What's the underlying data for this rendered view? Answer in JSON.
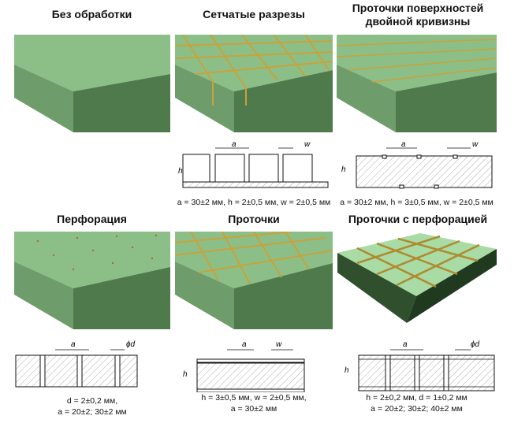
{
  "panels": [
    {
      "title": "Без обработки"
    },
    {
      "title": "Сетчатые разрезы",
      "caption": "a = 30±2 мм, h = 2±0,5 мм, w = 2±0,5 мм"
    },
    {
      "title_line1": "Проточки поверхностей",
      "title_line2": "двойной кривизны",
      "caption": "a = 30±2 мм, h = 3±0,5 мм, w = 2±0,5 мм"
    },
    {
      "title": "Перфорация",
      "caption_line1": "d = 2±0,2 мм,",
      "caption_line2": "a = 20±2; 30±2 мм"
    },
    {
      "title": "Проточки",
      "caption_line1": "h = 3±0,5 мм, w = 2±0,5 мм,",
      "caption_line2": "a = 30±2 мм"
    },
    {
      "title": "Проточки с перфорацией",
      "caption_line1": "h = 2±0,2 мм, d = 1±0,2 мм",
      "caption_line2": "a = 20±2; 30±2; 40±2 мм"
    }
  ],
  "dim_labels": {
    "a": "a",
    "w": "w",
    "h": "h",
    "d": "ϕd"
  },
  "colors": {
    "top": "#8cbf88",
    "front": "#4f7a4c",
    "groove": "#c9a23a",
    "tile": "#a8dca4"
  }
}
